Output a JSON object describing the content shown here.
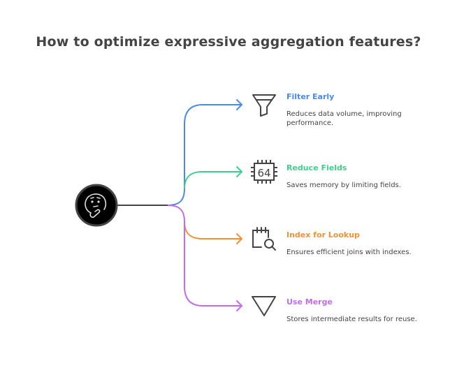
{
  "title": "How to optimize expressive aggregation features?",
  "center": {
    "icon": "thinking-face-icon"
  },
  "items": [
    {
      "title": "Filter Early",
      "description": "Reduces data volume, improving performance.",
      "description_lines": [
        "Reduces data volume, improving",
        "performance."
      ],
      "icon": "funnel-icon",
      "color": "#4a8ae8"
    },
    {
      "title": "Reduce Fields",
      "description": "Saves memory by limiting fields.",
      "icon": "chip-64-icon",
      "color": "#3ecf8e"
    },
    {
      "title": "Index for Lookup",
      "description": "Ensures efficient joins with indexes.",
      "icon": "calendar-search-icon",
      "color": "#f0913a"
    },
    {
      "title": "Use Merge",
      "description": "Stores intermediate results for reuse.",
      "icon": "triangle-down-icon",
      "color": "#c56be8"
    }
  ]
}
